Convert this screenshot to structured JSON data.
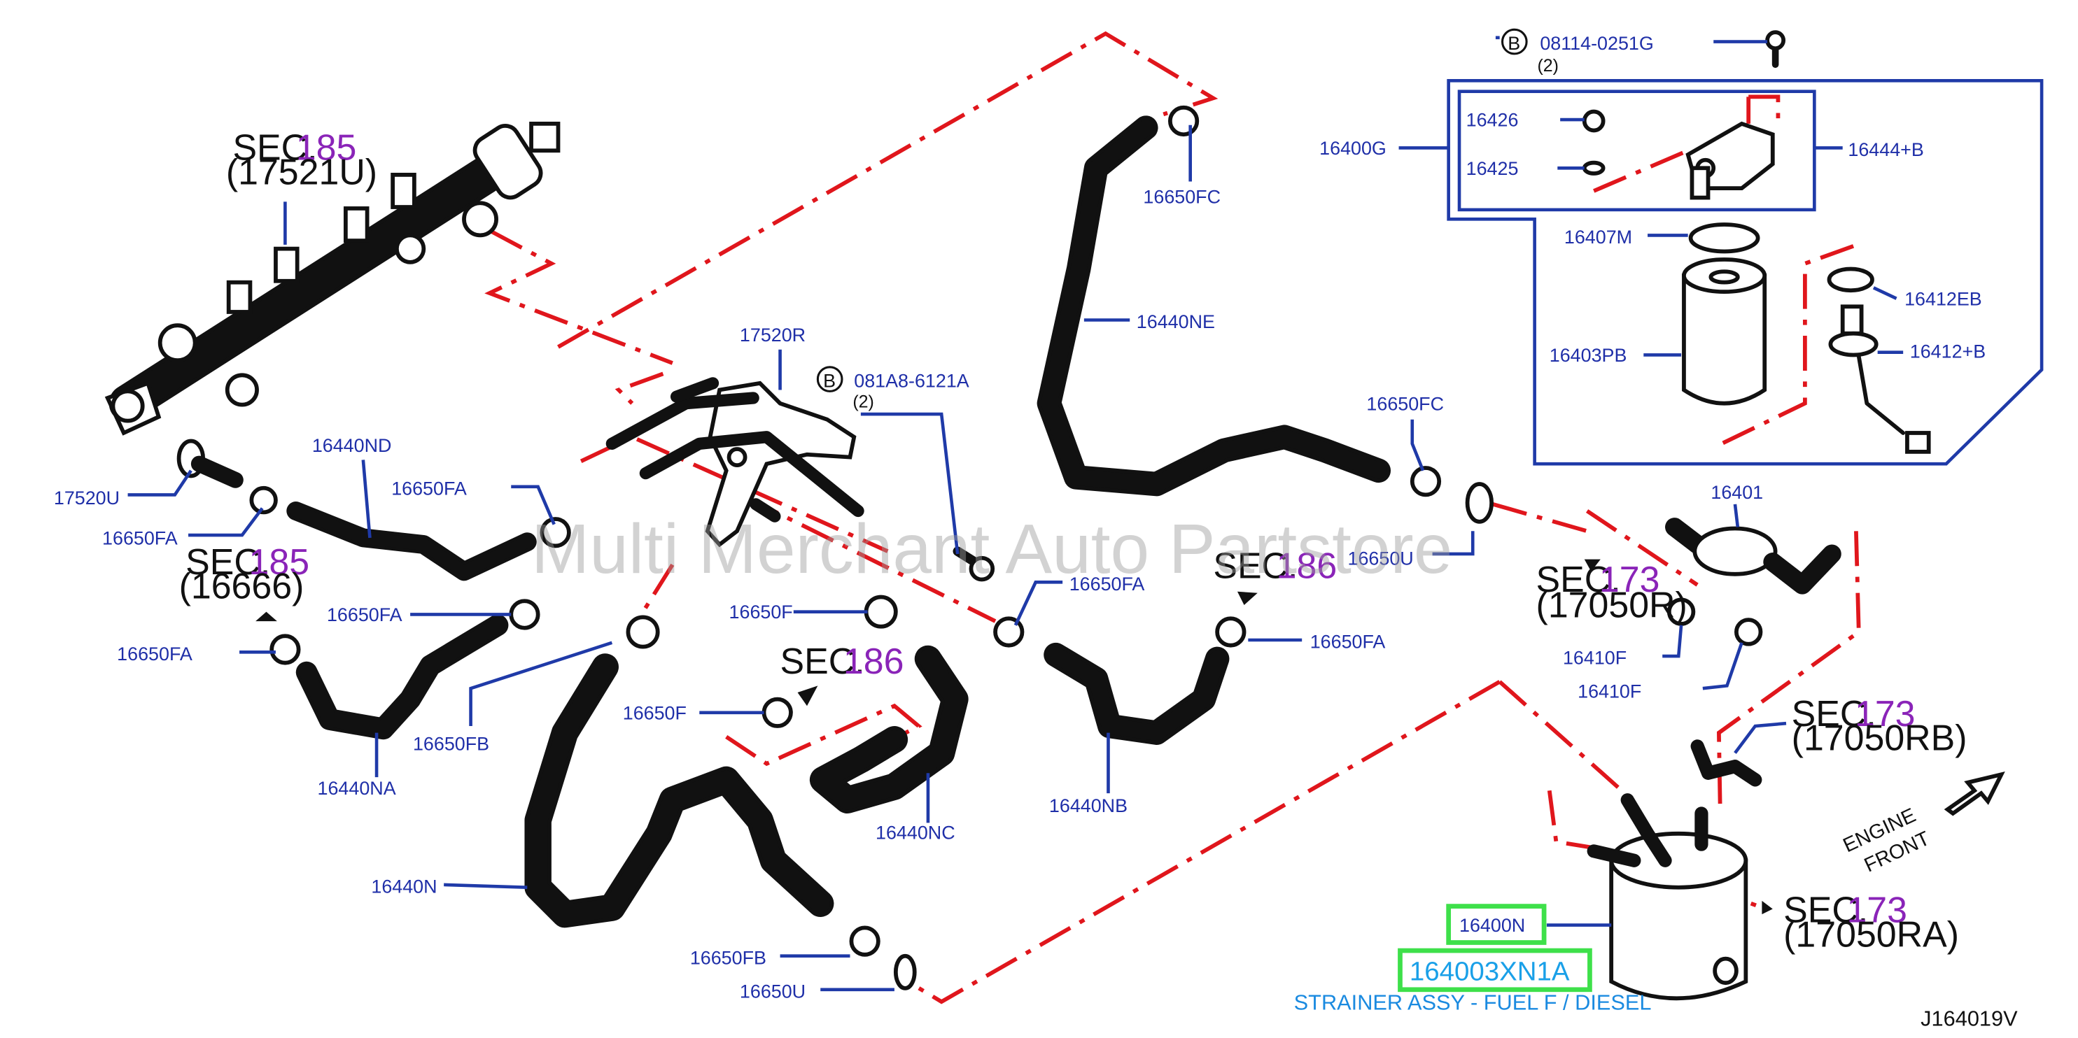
{
  "watermark": "Multi Merchant Auto Partstore",
  "drawing_id": "J164019V",
  "orientation": {
    "line1": "ENGINE",
    "line2": "FRONT"
  },
  "highlight": {
    "part_code": "16400N",
    "part_number": "164003XN1A",
    "description": "STRAINER ASSY - FUEL F / DIESEL"
  },
  "bolts": {
    "b1": {
      "mark": "B",
      "number": "08114-0251G",
      "qty": "(2)"
    },
    "b2": {
      "mark": "B",
      "number": "081A8-6121A",
      "qty": "(2)"
    }
  },
  "sections": {
    "s185a": {
      "prefix": "SEC.",
      "num": "185",
      "ref": "(17521U)"
    },
    "s185b": {
      "prefix": "SEC.",
      "num": "185",
      "ref": "(16666)"
    },
    "s186a": {
      "prefix": "SEC.",
      "num": "186"
    },
    "s186b": {
      "prefix": "SEC.",
      "num": "186"
    },
    "s173a": {
      "prefix": "SEC.",
      "num": "173",
      "ref": "(17050R)"
    },
    "s173b": {
      "prefix": "SEC.",
      "num": "173",
      "ref": "(17050RB)"
    },
    "s173c": {
      "prefix": "SEC.",
      "num": "173",
      "ref": "(17050RA)"
    }
  },
  "labels": {
    "p16400G": "16400G",
    "p16426": "16426",
    "p16425": "16425",
    "p16444B": "16444+B",
    "p16407M": "16407M",
    "p16412EB": "16412EB",
    "p16403PB": "16403PB",
    "p16412B": "16412+B",
    "p16650FC_a": "16650FC",
    "p16440NE": "16440NE",
    "p17520R": "17520R",
    "p16650FC_b": "16650FC",
    "p16440ND": "16440ND",
    "p16650FA_a": "16650FA",
    "p17520U": "17520U",
    "p16650FA_b": "16650FA",
    "p16650U_a": "16650U",
    "p16401": "16401",
    "p16650FA_c": "16650FA",
    "p16650FA_d": "16650FA",
    "p16650F_a": "16650F",
    "p16650FA_e": "16650FA",
    "p16650FA_f": "16650FA",
    "p16410F_a": "16410F",
    "p16410F_b": "16410F",
    "p16650FB_a": "16650FB",
    "p16650F_b": "16650F",
    "p16440NA": "16440NA",
    "p16440NB": "16440NB",
    "p16440NC": "16440NC",
    "p16440N": "16440N",
    "p16650FB_b": "16650FB",
    "p16650U_b": "16650U"
  }
}
